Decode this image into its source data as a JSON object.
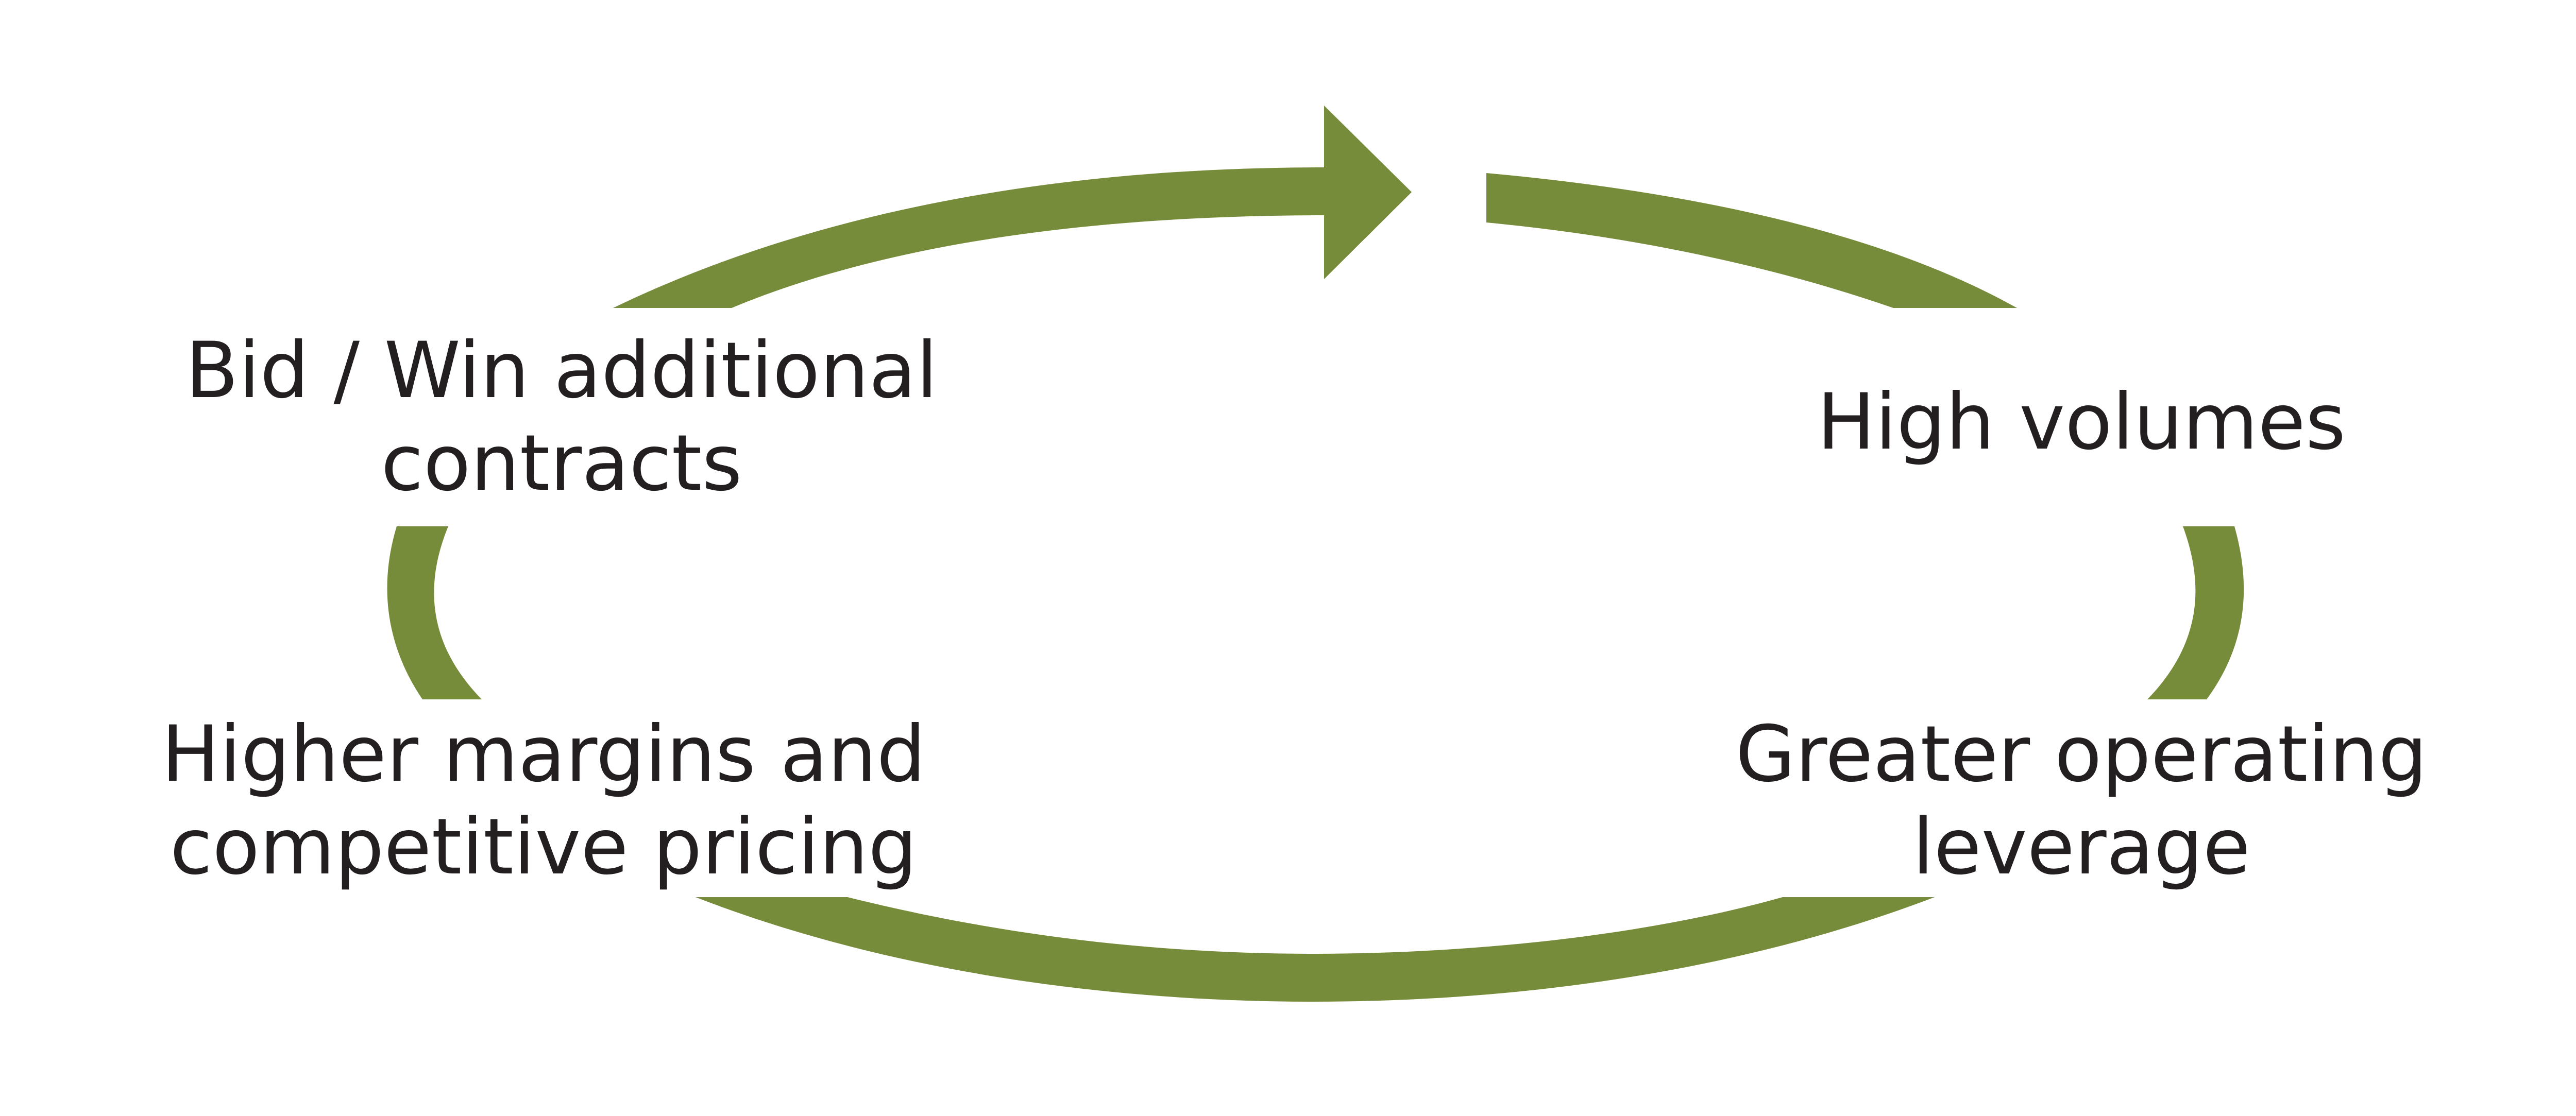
{
  "colors": {
    "arrow": "#778c3a",
    "text": "#231f20",
    "background": "#ffffff"
  },
  "nodes": {
    "bid_win": {
      "line1": "Bid / Win additional",
      "line2": "contracts"
    },
    "high_volumes": {
      "line1": "High volumes"
    },
    "higher_margins": {
      "line1": "Higher margins and",
      "line2": "competitive pricing"
    },
    "greater_leverage": {
      "line1": "Greater operating",
      "line2": "leverage"
    }
  }
}
